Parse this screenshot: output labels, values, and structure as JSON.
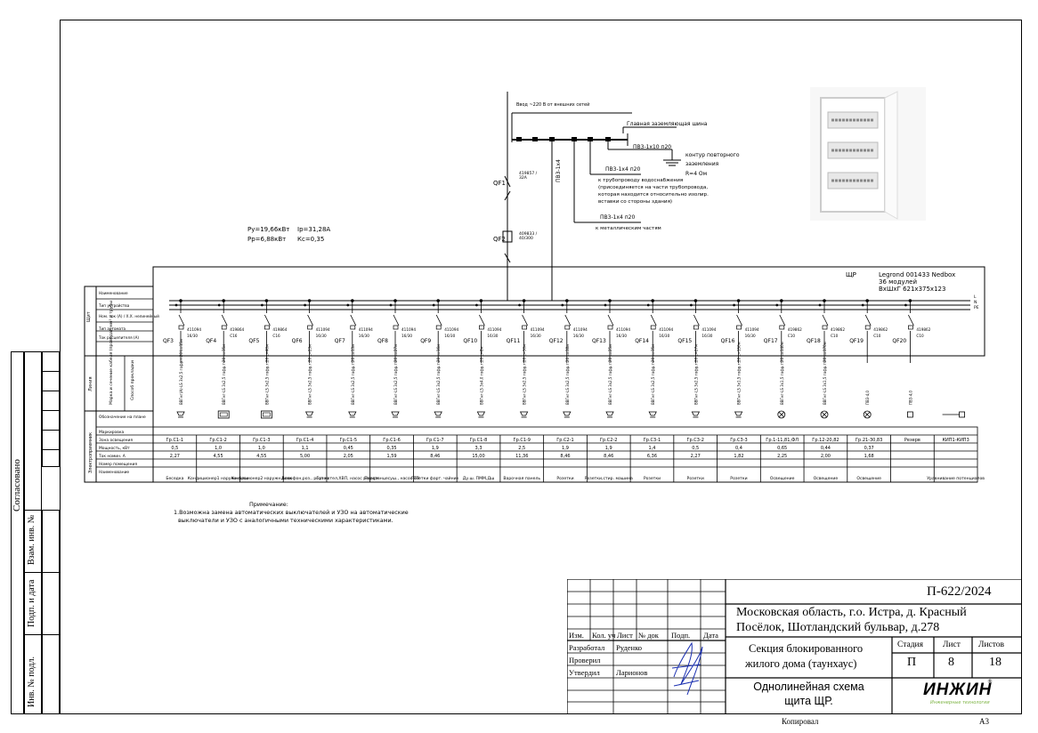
{
  "side_labels": [
    "Согласовано",
    "Взам. инв. №",
    "Подп. и дата",
    "Инв. № подл."
  ],
  "left_header": {
    "group_shield": "Щит",
    "group_line": "Линия",
    "group_electro": "Электроприемник",
    "rows_shield": [
      "Наименование",
      "Тип устройства",
      "Ном. ток (А) / Х.Х. нелинейный",
      "Тип автомата",
      "Ток расцепителя (А)"
    ],
    "rows_line": [
      "Марка и сечение кабеля (провода), мм² и трубы",
      "Способ прокладки"
    ],
    "rows_electro": [
      "Обозначение на плане",
      "Маркировка",
      "Зона освещения",
      "Мощность, кВт",
      "Ток номин. А",
      "Номер помещения",
      "Наименование"
    ]
  },
  "feed": {
    "input_label": "Ввод ~220 В от внешних сетей",
    "ground_bus": "Главная заземляющая шина",
    "qf1": "QF1",
    "qf1_spec": "419857 / 32А",
    "qf2": "QF2",
    "qf2_spec": "409833 / 40/300",
    "pe_vert": "ПВ3-1х4",
    "pv_ground": "ПВ3-1х10 п20",
    "contour1": "контур повторного",
    "contour2": "заземления",
    "contour3": "R=4 Ом",
    "pv_water": "ПВ3-1х4 п20",
    "water1": "к трубопроводу водоснабжения",
    "water2": "(присоединяется на части трубопровода,",
    "water3": "которая находится относительно изолир.",
    "water4": "вставки со стороны здания)",
    "pv_metal": "ПВ3-1х4 п20",
    "metal_label": "к металлическим частям"
  },
  "power": {
    "py": "Ру=19,66кВт",
    "ip": "Iр=31,28А",
    "pp": "Рр=6,88кВт",
    "kc": "Кс=0,35"
  },
  "panel": {
    "name": "ЩР",
    "model": "Legrond 001433 Nedbox",
    "modules": "36 модулей",
    "size": "ВхШхГ 621х375х123",
    "bus_labels": [
      "L",
      "N",
      "PE"
    ]
  },
  "breakers": [
    {
      "name": "QF3",
      "code": "411094",
      "spec": "16/30"
    },
    {
      "name": "QF4",
      "code": "419864",
      "spec": "C16"
    },
    {
      "name": "QF5",
      "code": "419864",
      "spec": "C16"
    },
    {
      "name": "QF6",
      "code": "411094",
      "spec": "16/30"
    },
    {
      "name": "QF7",
      "code": "411094",
      "spec": "16/30"
    },
    {
      "name": "QF8",
      "code": "411094",
      "spec": "16/30"
    },
    {
      "name": "QF9",
      "code": "411094",
      "spec": "16/30"
    },
    {
      "name": "QF10",
      "code": "411094",
      "spec": "16/30"
    },
    {
      "name": "QF11",
      "code": "411094",
      "spec": "16/30"
    },
    {
      "name": "QF12",
      "code": "411094",
      "spec": "16/30"
    },
    {
      "name": "QF13",
      "code": "411094",
      "spec": "16/30"
    },
    {
      "name": "QF14",
      "code": "411094",
      "spec": "16/30"
    },
    {
      "name": "QF15",
      "code": "411094",
      "spec": "16/30"
    },
    {
      "name": "QF16",
      "code": "411094",
      "spec": "16/30"
    },
    {
      "name": "QF17",
      "code": "419862",
      "spec": "C10"
    },
    {
      "name": "QF18",
      "code": "419862",
      "spec": "C10"
    },
    {
      "name": "QF19",
      "code": "419862",
      "spec": "C10"
    },
    {
      "name": "QF20",
      "code": "419862",
      "spec": "C10"
    }
  ],
  "cables": [
    "ВВГнг(А)-LS 3х2,5 гофр.т.20 L=15м",
    "ВВГнг-LS 3х2,5 гофр.т.20 L=35м",
    "ВВГнг-LS 3х2,5 гофр.т.20 L=40м",
    "ВВГнг-LS 3х2,5 гофр.т.20 L=23м",
    "ВВГнг-LS 3х2,5 гофр.т.20 L=13м",
    "ВВГнг-LS 3х2,5 гофр.т.20 L=27м",
    "ВВГнг-LS 3х2,5 гофр.т.20 L=16м",
    "ВВГнг-LS 3х4,0 гофр.т.20 L=8м",
    "ВВГнг-LS 3х2,5 гофр.т.20 L=30м",
    "ВВГнг-LS 3х2,5 гофр.т.20 L=38м",
    "ВВГнг-LS 3х2,5 гофр.т.20 L=25м",
    "ВВГнг-LS 3х2,5 гофр.т.20 L=35м",
    "ВВГнг-LS 3х2,5 гофр.т.20 L=27м",
    "ВВГнг-LS 3х1,5 гофр.т.20 L=150м",
    "ВВГнг-LS 3х1,5 гофр.т.20 L=140м",
    "ВВГнг-LS 3х1,5 гофр.т.20 L=170м",
    "ПВ3-4,0",
    "ПВ3-4,0"
  ],
  "groups": [
    {
      "zone": "Гр.С1-1",
      "kw": "0,5",
      "amp": "2,27",
      "name": "Беседка"
    },
    {
      "zone": "Гр.С1-2",
      "kw": "1,0",
      "amp": "4,55",
      "name": "Кондиционер1 наружн.блок"
    },
    {
      "zone": "Гр.С1-3",
      "kw": "1,0",
      "amp": "4,55",
      "name": "Кондиционер2 наружн.блок"
    },
    {
      "zone": "Гр.С1-4",
      "kw": "1,1",
      "amp": "5,00",
      "name": "Домофон,роз., роутер"
    },
    {
      "zone": "Гр.С1-5",
      "kw": "0,45",
      "amp": "2,05",
      "name": "Газ.котел,ХВП, насос рецирк."
    },
    {
      "zone": "Гр.С1-6",
      "kw": "0,35",
      "amp": "1,59",
      "name": "Полотенцесуш., насос ТП"
    },
    {
      "zone": "Гр.С1-7",
      "kw": "1,9",
      "amp": "8,46",
      "name": "Розетки фарт. чайник"
    },
    {
      "zone": "Гр.С1-8",
      "kw": "3,3",
      "amp": "15,00",
      "name": "Ду.ш. ПММ,Дш"
    },
    {
      "zone": "Гр.С1-9",
      "kw": "2,5",
      "amp": "11,36",
      "name": "Варочная панель"
    },
    {
      "zone": "Гр.С2-1",
      "kw": "1,9",
      "amp": "8,46",
      "name": "Розетки"
    },
    {
      "zone": "Гр.С2-2",
      "kw": "1,9",
      "amp": "8,46",
      "name": "Розетки,стир. машина"
    },
    {
      "zone": "Гр.С3-1",
      "kw": "1,4",
      "amp": "6,36",
      "name": "Розетки"
    },
    {
      "zone": "Гр.С3-2",
      "kw": "0,5",
      "amp": "2,27",
      "name": "Розетки"
    },
    {
      "zone": "Гр.С3-3",
      "kw": "0,4",
      "amp": "1,82",
      "name": "Розетки"
    },
    {
      "zone": "Гр.1-11,81,ФЛ",
      "kw": "0,65",
      "amp": "2,25",
      "name": "Освещение"
    },
    {
      "zone": "Гр.12-20,82",
      "kw": "0,44",
      "amp": "2,00",
      "name": "Освещение"
    },
    {
      "zone": "Гр.21-30,83",
      "kw": "0,37",
      "amp": "1,68",
      "name": "Освещение"
    },
    {
      "zone": "Резерв",
      "kw": "",
      "amp": "",
      "name": ""
    },
    {
      "zone": "КИП1-КИП3",
      "kw": "",
      "amp": "",
      "name": "Уравнивание потенциалов"
    }
  ],
  "notes": {
    "title": "Примечание:",
    "line1": "1.Возможна замена автоматических выключателей и УЗО на автоматические",
    "line2": "выключатели и УЗО с аналогичными техническими характеристиками."
  },
  "stamp": {
    "code": "П-622/2024",
    "address1": "Московская область, г.о. Истра, д. Красный",
    "address2": "Посёлок, Шотландский бульвар, д.278",
    "h_izm": "Изм.",
    "h_kol": "Кол. уч",
    "h_list": "Лист",
    "h_doc": "№ док",
    "h_podp": "Подп.",
    "h_date": "Дата",
    "role1": "Разработал",
    "name1": "Руденко",
    "role2": "Проверил",
    "name2": "",
    "role3": "Утвердил",
    "name3": "Ларионов",
    "object1": "Секция блокированного",
    "object2": "жилого дома (таунхаус)",
    "stage_label": "Стадия",
    "sheet_label": "Лист",
    "sheets_label": "Листов",
    "stage": "П",
    "sheet": "8",
    "sheets": "18",
    "title1": "Однолинейная схема",
    "title2": "щита ЩР.",
    "logo": "ИНЖИН",
    "logo_sub": "Инженерные технологии",
    "copied": "Копировал",
    "format": "А3"
  },
  "colors": {
    "line": "#000000",
    "logo_green": "#7cb342",
    "signature": "#1a2fb0"
  }
}
